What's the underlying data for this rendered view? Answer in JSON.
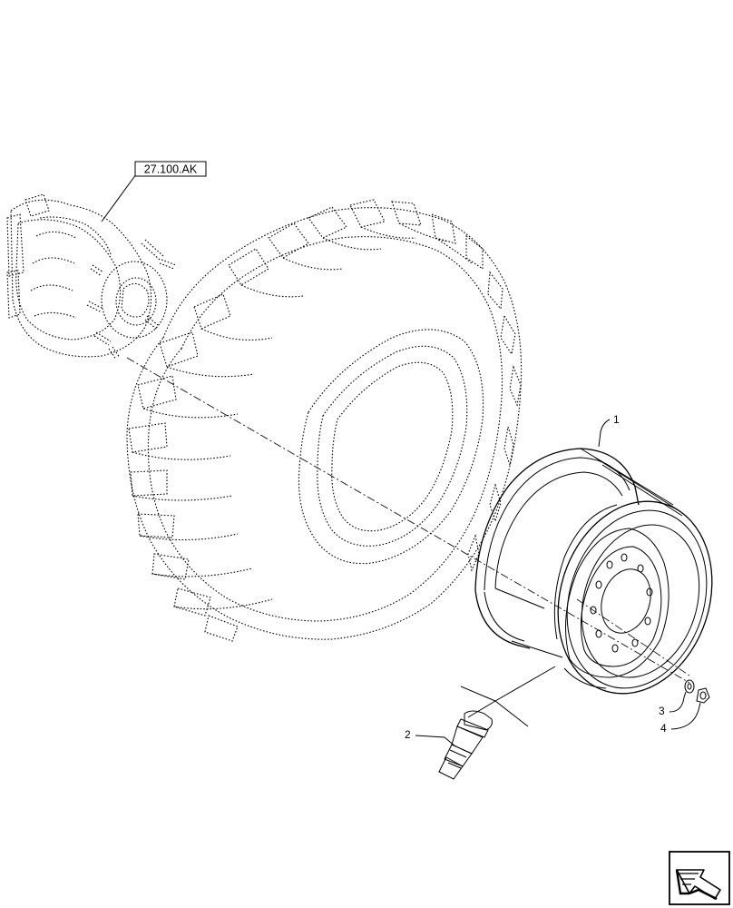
{
  "reference_box": {
    "text": "27.100.AK"
  },
  "callouts": [
    {
      "id": "1",
      "text": "1"
    },
    {
      "id": "2",
      "text": "2"
    },
    {
      "id": "3",
      "text": "3"
    },
    {
      "id": "4",
      "text": "4"
    }
  ],
  "nav_button": {
    "icon": "arrow-nav-icon"
  }
}
